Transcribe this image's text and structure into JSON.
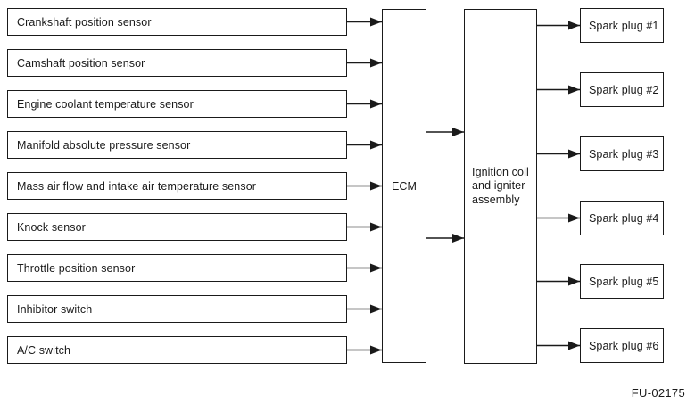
{
  "diagram": {
    "inputs": [
      {
        "label": "Crankshaft position sensor"
      },
      {
        "label": "Camshaft position sensor"
      },
      {
        "label": "Engine coolant temperature sensor"
      },
      {
        "label": "Manifold absolute pressure sensor"
      },
      {
        "label": "Mass air flow and intake air temperature sensor"
      },
      {
        "label": "Knock sensor"
      },
      {
        "label": "Throttle position sensor"
      },
      {
        "label": "Inhibitor switch"
      },
      {
        "label": "A/C switch"
      }
    ],
    "ecm": {
      "label": "ECM"
    },
    "ignition": {
      "label": "Ignition coil\nand igniter\nassembly"
    },
    "outputs": [
      {
        "label": "Spark plug #1"
      },
      {
        "label": "Spark plug #2"
      },
      {
        "label": "Spark plug #3"
      },
      {
        "label": "Spark plug #4"
      },
      {
        "label": "Spark plug #5"
      },
      {
        "label": "Spark plug #6"
      }
    ],
    "figure_code": "FU-02175",
    "colors": {
      "line": "#1a1a1a",
      "text": "#1a1a1a",
      "background": "#ffffff"
    }
  }
}
